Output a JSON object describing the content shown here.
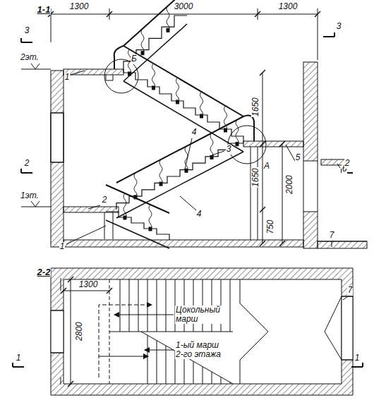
{
  "diagram": {
    "labels": [
      "1-1",
      "1300",
      "3000",
      "1300",
      "3",
      "3",
      "2эт.",
      "Б",
      "1",
      "1650",
      "4",
      "3",
      "А",
      "5",
      "6",
      "2",
      "2",
      "1650",
      "2000",
      "4",
      "1эт.",
      "2",
      "750",
      "1",
      "7",
      "2-2",
      "1300",
      "2800",
      "Цокольный марш",
      "1-ый марш 2-го этажа",
      "7",
      "1",
      "1"
    ]
  }
}
